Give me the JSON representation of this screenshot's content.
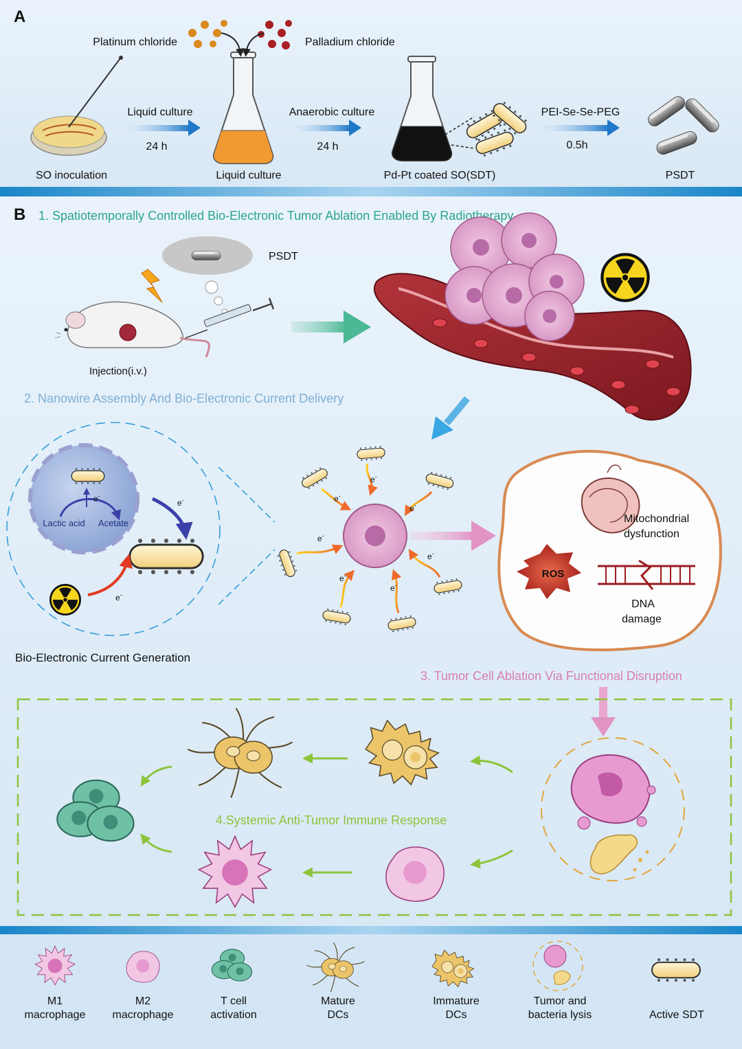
{
  "panel_a": {
    "letter": "A",
    "platinum": "Platinum chloride",
    "palladium": "Palladium chloride",
    "so_inoculation": "SO inoculation",
    "liquid_culture_arrow": "Liquid culture",
    "time1": "24 h",
    "liquid_culture": "Liquid culture",
    "anaerobic_culture": "Anaerobic culture",
    "time2": "24 h",
    "sdt": "Pd-Pt coated SO(SDT)",
    "pei": "PEI-Se-Se-PEG",
    "time3": "0.5h",
    "psdt": "PSDT"
  },
  "panel_b": {
    "letter": "B",
    "step1": "1. Spatiotemporally Controlled Bio-Electronic Tumor Ablation Enabled By Radiotherapy",
    "psdt": "PSDT",
    "injection": "Injection(i.v.)",
    "step2": "2. Nanowire Assembly And Bio-Electronic Current Delivery",
    "electron": "e",
    "electron_sup": "-",
    "lactic_acid": "Lactic acid",
    "acetate": "Acetate",
    "bio_current": "Bio-Electronic Current Generation",
    "mito1": "Mitochondrial",
    "mito2": "dysfunction",
    "ros": "ROS",
    "dna1": "DNA",
    "dna2": "damage",
    "step3": "3. Tumor Cell Ablation Via Functional Disruption",
    "step4": "4.Systemic Anti-Tumor Immune Response"
  },
  "legend": {
    "m1_a": "M1",
    "m1_b": "macrophage",
    "m2_a": "M2",
    "m2_b": "macrophage",
    "t_a": "T cell",
    "t_b": "activation",
    "mdc_a": "Mature",
    "mdc_b": "DCs",
    "idc_a": "Immature",
    "idc_b": "DCs",
    "lysis_a": "Tumor and",
    "lysis_b": "bacteria lysis",
    "active": "Active SDT"
  },
  "colors": {
    "step1": "#2aa58a",
    "step2": "#7fb0d6",
    "step3": "#d67fb4",
    "step4": "#8cc43c",
    "band": "#1a86c8"
  }
}
